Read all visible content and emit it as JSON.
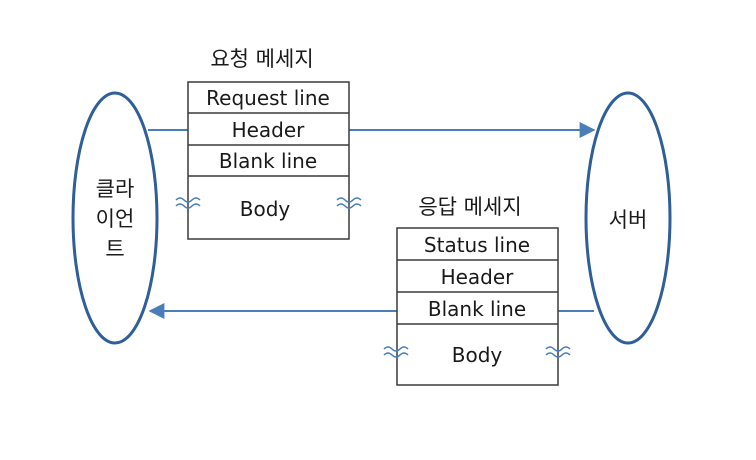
{
  "client": {
    "lines": [
      "클라",
      "이언",
      "트"
    ]
  },
  "server": {
    "label": "서버"
  },
  "request": {
    "title": "요청 메세지",
    "rows": [
      "Request line",
      "Header",
      "Blank line"
    ],
    "body": "Body"
  },
  "response": {
    "title": "응답 메세지",
    "rows": [
      "Status line",
      "Header",
      "Blank line"
    ],
    "body": "Body"
  },
  "colors": {
    "ellipse": "#2e5f98",
    "arrow": "#4a7ebb",
    "box": "#3a3a3a",
    "text": "#1a1a1a",
    "wave": "#4a7ebb"
  }
}
